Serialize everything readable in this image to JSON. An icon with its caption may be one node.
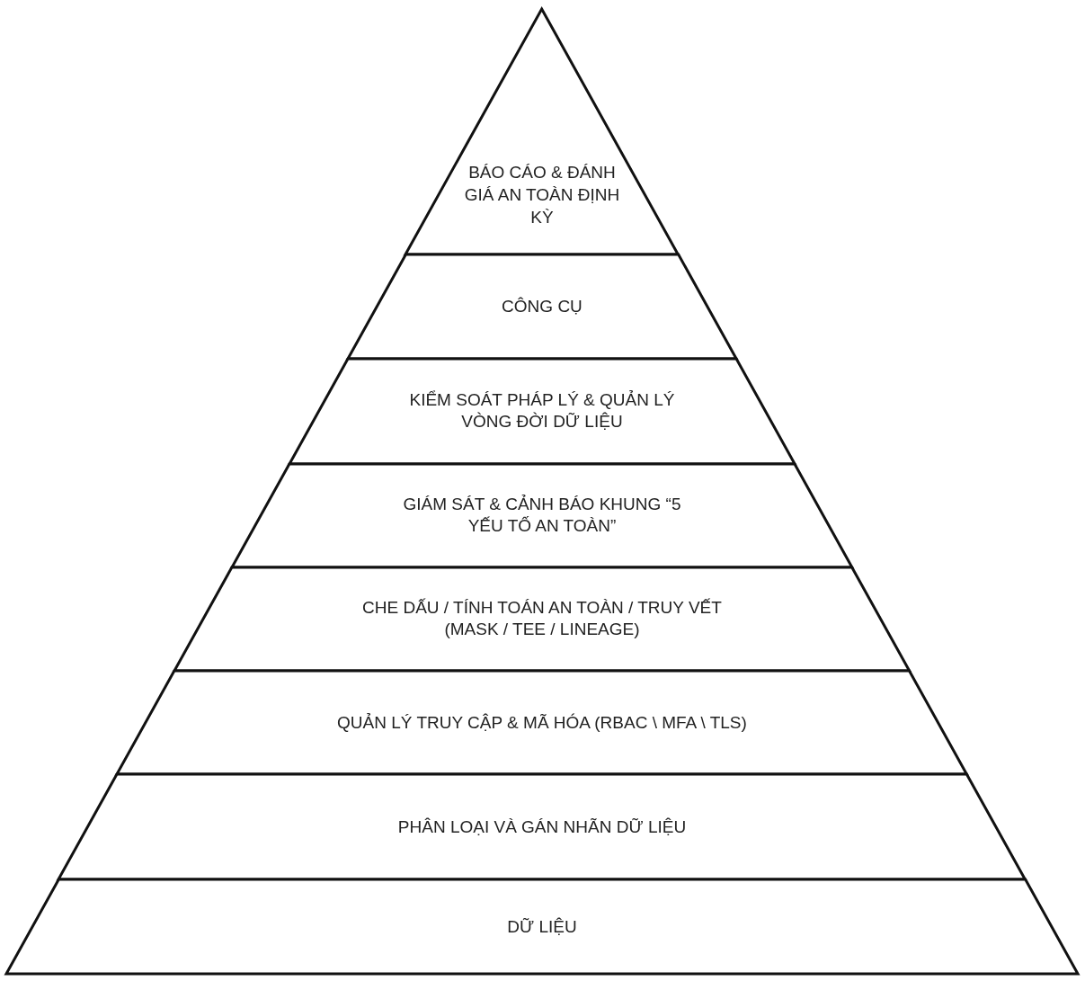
{
  "diagram": {
    "nodes": [
      {
        "text": [
          "BÁO CÁO & ĐÁNH GIÁ AN TOÀN ĐỊNH KỲ"
        ]
      },
      {
        "text": [
          "CÔNG CỤ"
        ]
      },
      {
        "text": [
          "KIỂM SOÁT PHÁP LÝ & QUẢN LÝ VÒNG ĐỜI DỮ LIỆU"
        ]
      },
      {
        "text": [
          "GIÁM SÁT & CẢNH BÁO KHUNG “5 YẾU TỐ AN TOÀN”"
        ]
      },
      {
        "text": [
          "CHE DẤU / TÍNH TOÁN AN TOÀN / TRUY VẾT (MASK / TEE / LINEAGE)"
        ]
      },
      {
        "text": [
          "QUẢN LÝ TRUY CẬP & MÃ HÓA (RBAC \\ MFA \\ TLS)"
        ]
      },
      {
        "text": [
          "PHÂN LOẠI VÀ GÁN NHÃN DỮ LIỆU"
        ]
      },
      {
        "text": [
          "DỮ LIỆU"
        ]
      }
    ]
  }
}
